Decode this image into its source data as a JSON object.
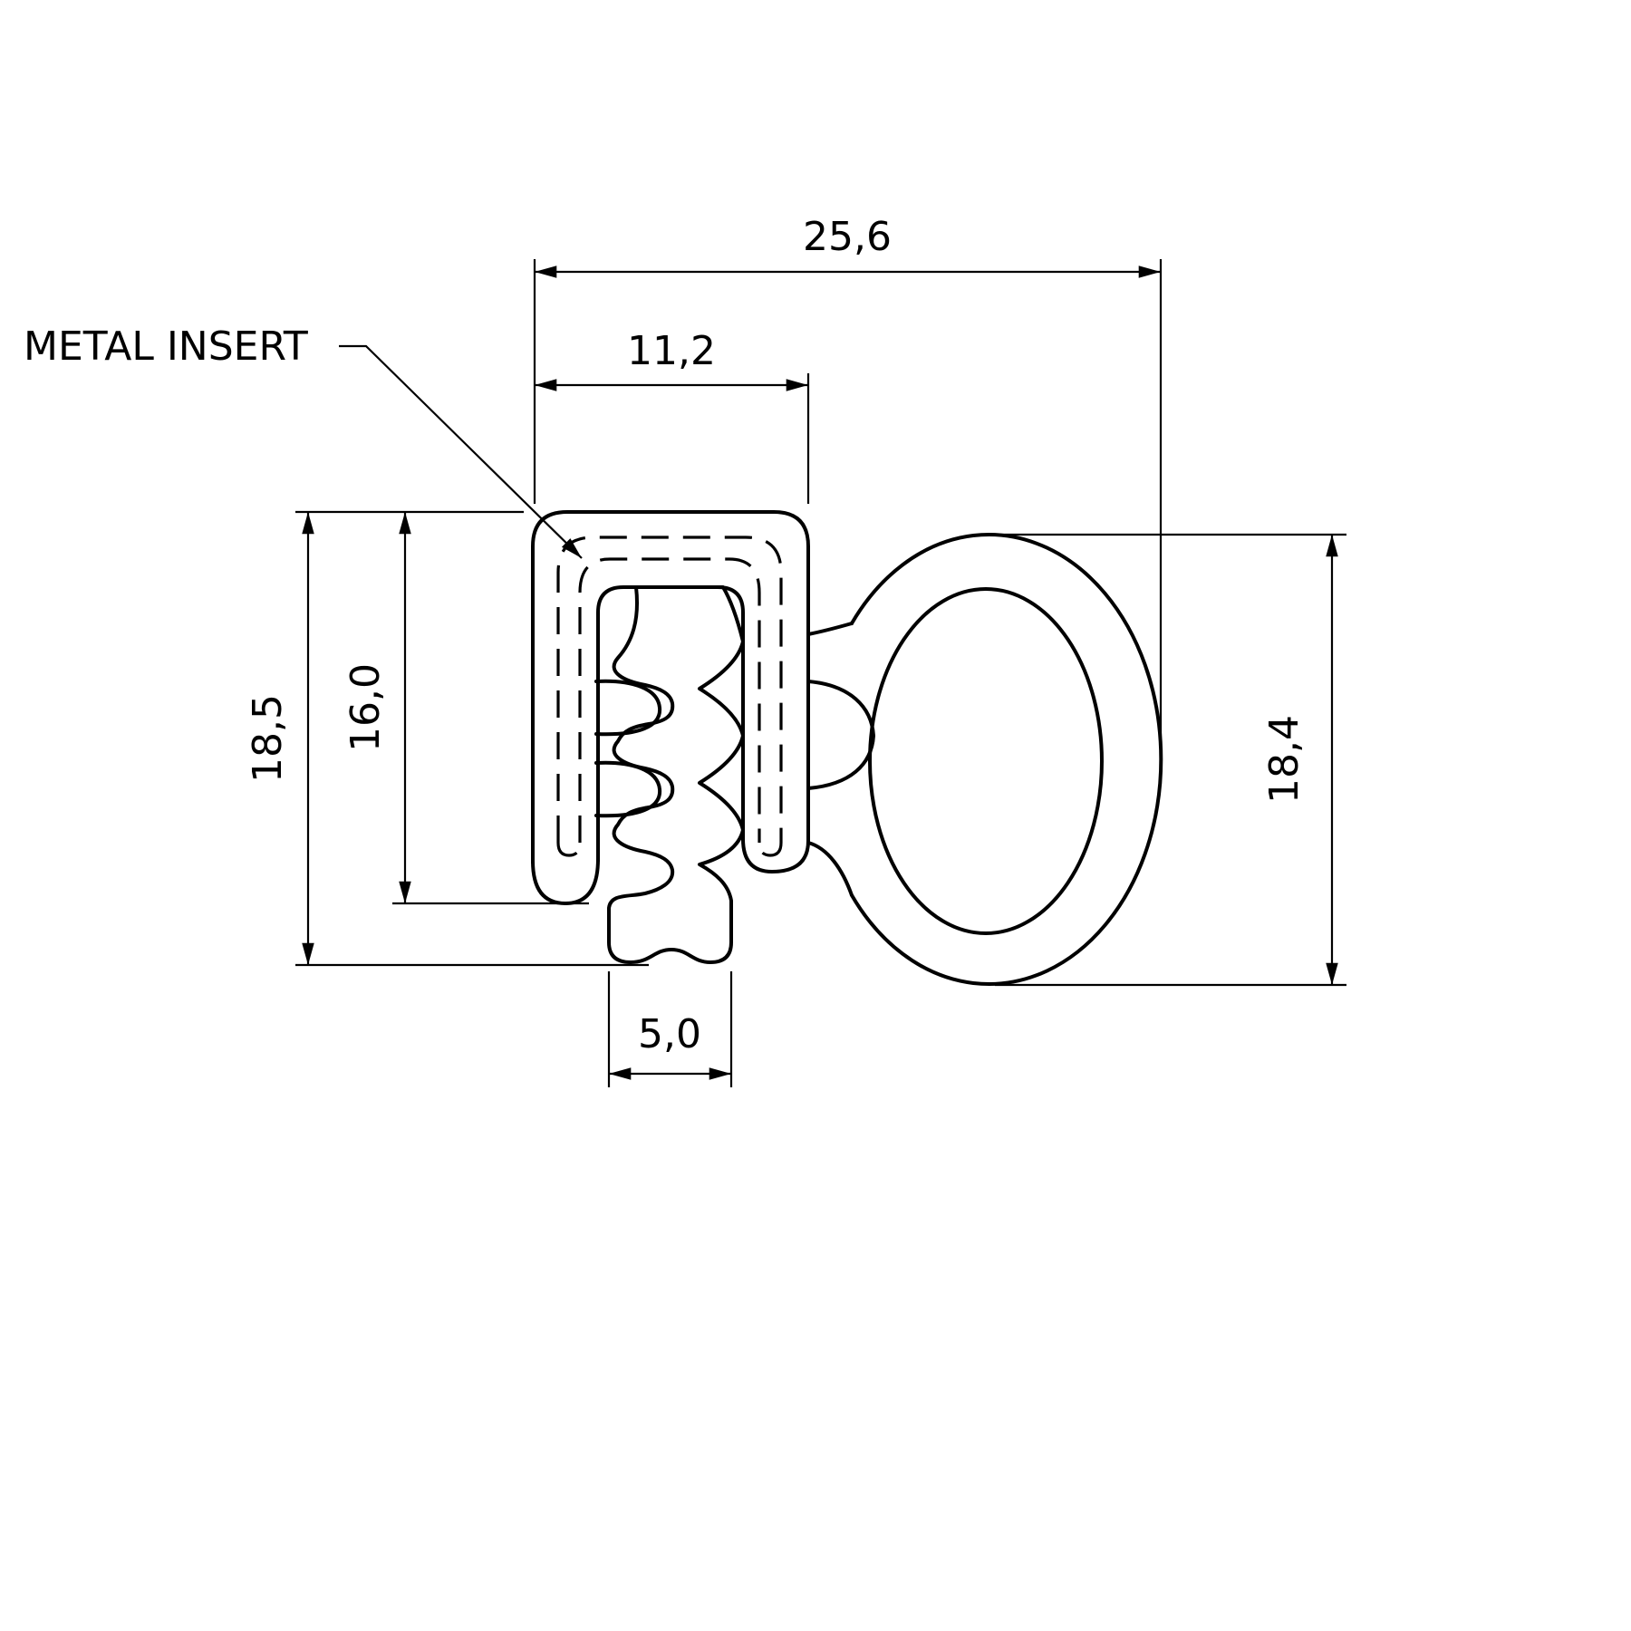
{
  "diagram": {
    "type": "technical-drawing",
    "subject": "rubber-seal-profile-cross-section",
    "annotation": {
      "metal_insert": "METAL INSERT"
    },
    "dimensions": {
      "overall_width": "25,6",
      "clamp_width": "11,2",
      "total_height": "18,5",
      "clamp_height": "16,0",
      "bulb_height": "18,4",
      "gripper_width": "5,0"
    },
    "colors": {
      "line": "#000000",
      "background": "#ffffff"
    }
  }
}
